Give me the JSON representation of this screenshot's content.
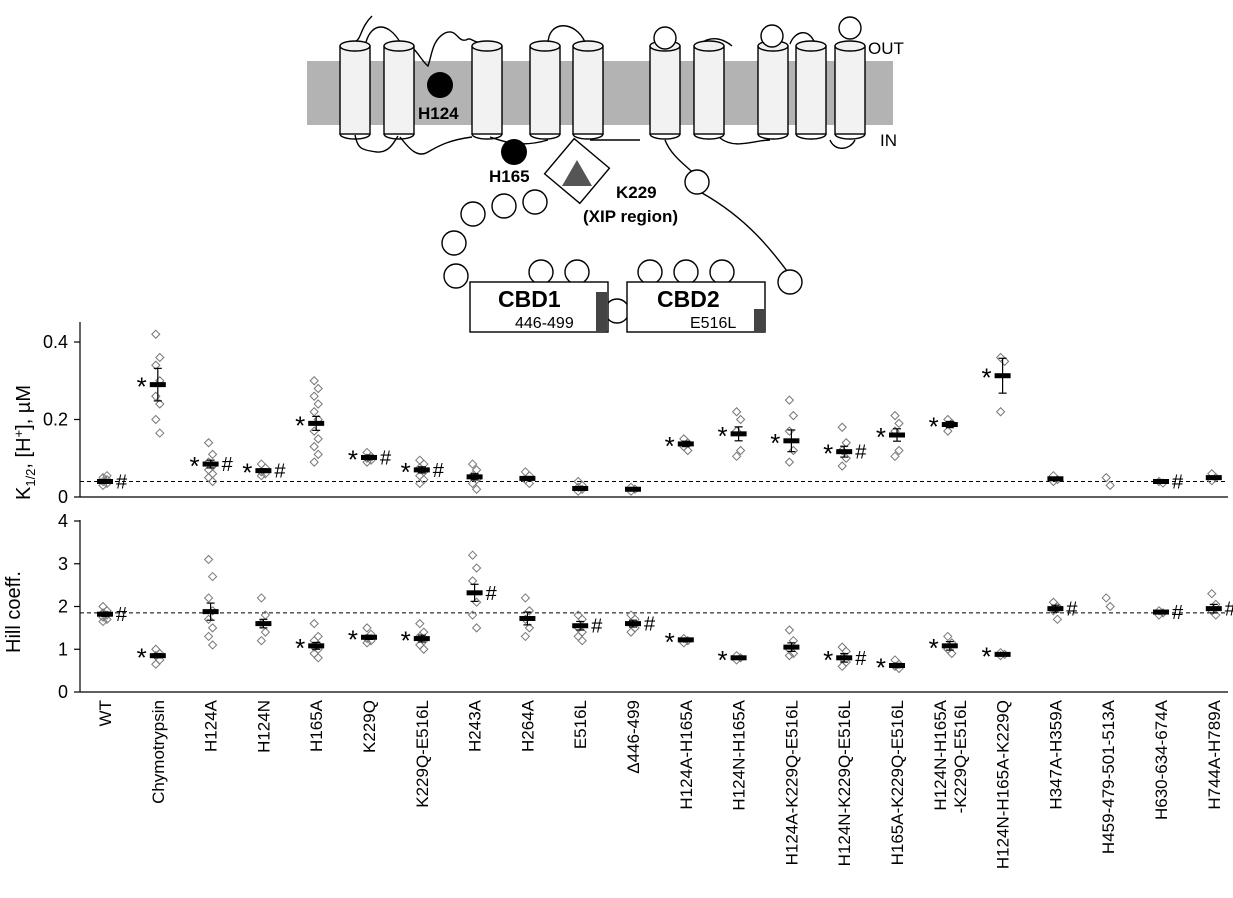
{
  "diagram": {
    "out_label": "OUT",
    "in_label": "IN",
    "h124_label": "H124",
    "h165_label": "H165",
    "k229_label": "K229",
    "xip_label": "(XIP region)",
    "cbd1_label": "CBD1",
    "cbd1_range": "446-499",
    "cbd2_label": "CBD2",
    "cbd2_mut": "E516L",
    "colors": {
      "membrane": "#b3b3b3",
      "helix_fill": "#f2f2f2",
      "dark": "#000000",
      "triangle": "#555555",
      "bar_mark": "#444444"
    }
  },
  "chart_data": [
    {
      "type": "scatter",
      "panel": "top",
      "ylabel": "K1/2, [H+], µM",
      "ylabel_parts": {
        "k": "K",
        "k_sub": "1/2",
        "mid": ", [H",
        "sup": "+",
        "end": "], µM"
      },
      "ylim": [
        0,
        0.45
      ],
      "yticks": [
        0,
        0.2,
        0.4
      ],
      "ytick_labels": [
        "0",
        "0.2",
        "0.4"
      ],
      "reference_line": 0.04,
      "categories": [
        "WT",
        "Chymotrypsin",
        "H124A",
        "H124N",
        "H165A",
        "K229Q",
        "K229Q-E516L",
        "H243A",
        "H264A",
        "E516L",
        "Δ446-499",
        "H124A-H165A",
        "H124N-H165A",
        "H124A-K229Q-E516L",
        "H124N-K229Q-E516L",
        "H165A-K229Q-E516L",
        "H124N-H165A -K229Q-E516L",
        "H124N-H165A-K229Q",
        "H347A-H359A",
        "H459-479-501-513A",
        "H630-634-674A",
        "H744A-H789A"
      ],
      "means": [
        0.04,
        0.29,
        0.085,
        0.068,
        0.19,
        0.102,
        0.07,
        0.052,
        0.048,
        0.022,
        0.02,
        0.137,
        0.163,
        0.145,
        0.117,
        0.16,
        0.187,
        0.313,
        0.047,
        null,
        0.04,
        0.05
      ],
      "errors": [
        0.004,
        0.042,
        0.01,
        0.005,
        0.018,
        0.006,
        0.008,
        0.008,
        0.005,
        0.004,
        0.002,
        0.007,
        0.018,
        0.028,
        0.014,
        0.016,
        0.008,
        0.045,
        0.003,
        null,
        0.002,
        0.004
      ],
      "points": [
        [
          0.03,
          0.035,
          0.04,
          0.045,
          0.05,
          0.055
        ],
        [
          0.42,
          0.36,
          0.34,
          0.3,
          0.26,
          0.24,
          0.2,
          0.165
        ],
        [
          0.14,
          0.11,
          0.09,
          0.08,
          0.07,
          0.06,
          0.05,
          0.04
        ],
        [
          0.085,
          0.075,
          0.065,
          0.06,
          0.055
        ],
        [
          0.3,
          0.28,
          0.26,
          0.24,
          0.22,
          0.2,
          0.17,
          0.15,
          0.13,
          0.11,
          0.09
        ],
        [
          0.115,
          0.105,
          0.1,
          0.095,
          0.09
        ],
        [
          0.095,
          0.085,
          0.075,
          0.065,
          0.055,
          0.045,
          0.035
        ],
        [
          0.085,
          0.07,
          0.055,
          0.045,
          0.035,
          0.02
        ],
        [
          0.065,
          0.055,
          0.045,
          0.035
        ],
        [
          0.04,
          0.03,
          0.025,
          0.02,
          0.015
        ],
        [
          0.025,
          0.02,
          0.015
        ],
        [
          0.15,
          0.14,
          0.13,
          0.12
        ],
        [
          0.22,
          0.2,
          0.17,
          0.12,
          0.105
        ],
        [
          0.25,
          0.21,
          0.17,
          0.12,
          0.09
        ],
        [
          0.18,
          0.14,
          0.12,
          0.1,
          0.08
        ],
        [
          0.21,
          0.19,
          0.17,
          0.12,
          0.105
        ],
        [
          0.2,
          0.19,
          0.17
        ],
        [
          0.36,
          0.35,
          0.22
        ],
        [
          0.055,
          0.045,
          0.04
        ],
        [
          0.05,
          0.03
        ],
        [
          0.04,
          0.036
        ],
        [
          0.06,
          0.05,
          0.042
        ]
      ],
      "marks": [
        "#",
        "*",
        "*#",
        "*#",
        "*",
        "*#",
        "*#",
        "",
        "",
        "",
        "",
        "*",
        "*",
        "*",
        "*#",
        "*",
        "*",
        "*",
        "",
        "",
        "#",
        ""
      ]
    },
    {
      "type": "scatter",
      "panel": "bottom",
      "ylabel": "Hill coeff.",
      "ylim": [
        0,
        4
      ],
      "yticks": [
        0,
        1,
        2,
        3,
        4
      ],
      "ytick_labels": [
        "0",
        "1",
        "2",
        "3",
        "4"
      ],
      "reference_line": 1.85,
      "categories": [
        "WT",
        "Chymotrypsin",
        "H124A",
        "H124N",
        "H165A",
        "K229Q",
        "K229Q-E516L",
        "H243A",
        "H264A",
        "E516L",
        "Δ446-499",
        "H124A-H165A",
        "H124N-H165A",
        "H124A-K229Q-E516L",
        "H124N-K229Q-E516L",
        "H165A-K229Q-E516L",
        "H124N-H165A -K229Q-E516L",
        "H124N-H165A-K229Q",
        "H347A-H359A",
        "H459-479-501-513A",
        "H630-634-674A",
        "H744A-H789A"
      ],
      "means": [
        1.82,
        0.85,
        1.88,
        1.6,
        1.08,
        1.28,
        1.25,
        2.32,
        1.72,
        1.55,
        1.6,
        1.22,
        0.8,
        1.05,
        0.8,
        0.62,
        1.08,
        0.88,
        1.95,
        null,
        1.87,
        1.95
      ],
      "errors": [
        0.05,
        0.05,
        0.2,
        0.1,
        0.08,
        0.05,
        0.08,
        0.2,
        0.15,
        0.1,
        0.08,
        0.04,
        0.03,
        0.1,
        0.1,
        0.05,
        0.1,
        0.03,
        0.08,
        null,
        0.03,
        0.1
      ],
      "points": [
        [
          2.0,
          1.9,
          1.85,
          1.8,
          1.75,
          1.7,
          1.65
        ],
        [
          1.0,
          0.9,
          0.85,
          0.75,
          0.65
        ],
        [
          3.1,
          2.7,
          2.2,
          1.9,
          1.7,
          1.5,
          1.3,
          1.1
        ],
        [
          2.2,
          1.8,
          1.6,
          1.4,
          1.2
        ],
        [
          1.6,
          1.3,
          1.2,
          1.1,
          1.05,
          1.0,
          0.9,
          0.8
        ],
        [
          1.5,
          1.35,
          1.25,
          1.2,
          1.15
        ],
        [
          1.6,
          1.4,
          1.3,
          1.2,
          1.1,
          1.0
        ],
        [
          3.2,
          2.9,
          2.6,
          2.1,
          1.8,
          1.5
        ],
        [
          2.2,
          1.9,
          1.7,
          1.5,
          1.3
        ],
        [
          1.8,
          1.7,
          1.5,
          1.4,
          1.3,
          1.2
        ],
        [
          1.8,
          1.7,
          1.6,
          1.5,
          1.4
        ],
        [
          1.25,
          1.2,
          1.15
        ],
        [
          0.85,
          0.8,
          0.75
        ],
        [
          1.45,
          1.2,
          1.0,
          0.9,
          0.85
        ],
        [
          1.05,
          0.95,
          0.8,
          0.7,
          0.6
        ],
        [
          0.75,
          0.65,
          0.6,
          0.55
        ],
        [
          1.3,
          1.15,
          1.0,
          0.9
        ],
        [
          0.92,
          0.88,
          0.85
        ],
        [
          2.1,
          2.0,
          1.9,
          1.7
        ],
        [
          2.2,
          2.0
        ],
        [
          1.9,
          1.85,
          1.8
        ],
        [
          2.3,
          2.05,
          1.9,
          1.8
        ]
      ],
      "marks": [
        "#",
        "*",
        "",
        "",
        "*",
        "*",
        "*",
        "#",
        "",
        "#",
        "#",
        "*",
        "*",
        "",
        "*#",
        "*",
        "*",
        "*",
        "#",
        "",
        "#",
        "#"
      ]
    }
  ]
}
